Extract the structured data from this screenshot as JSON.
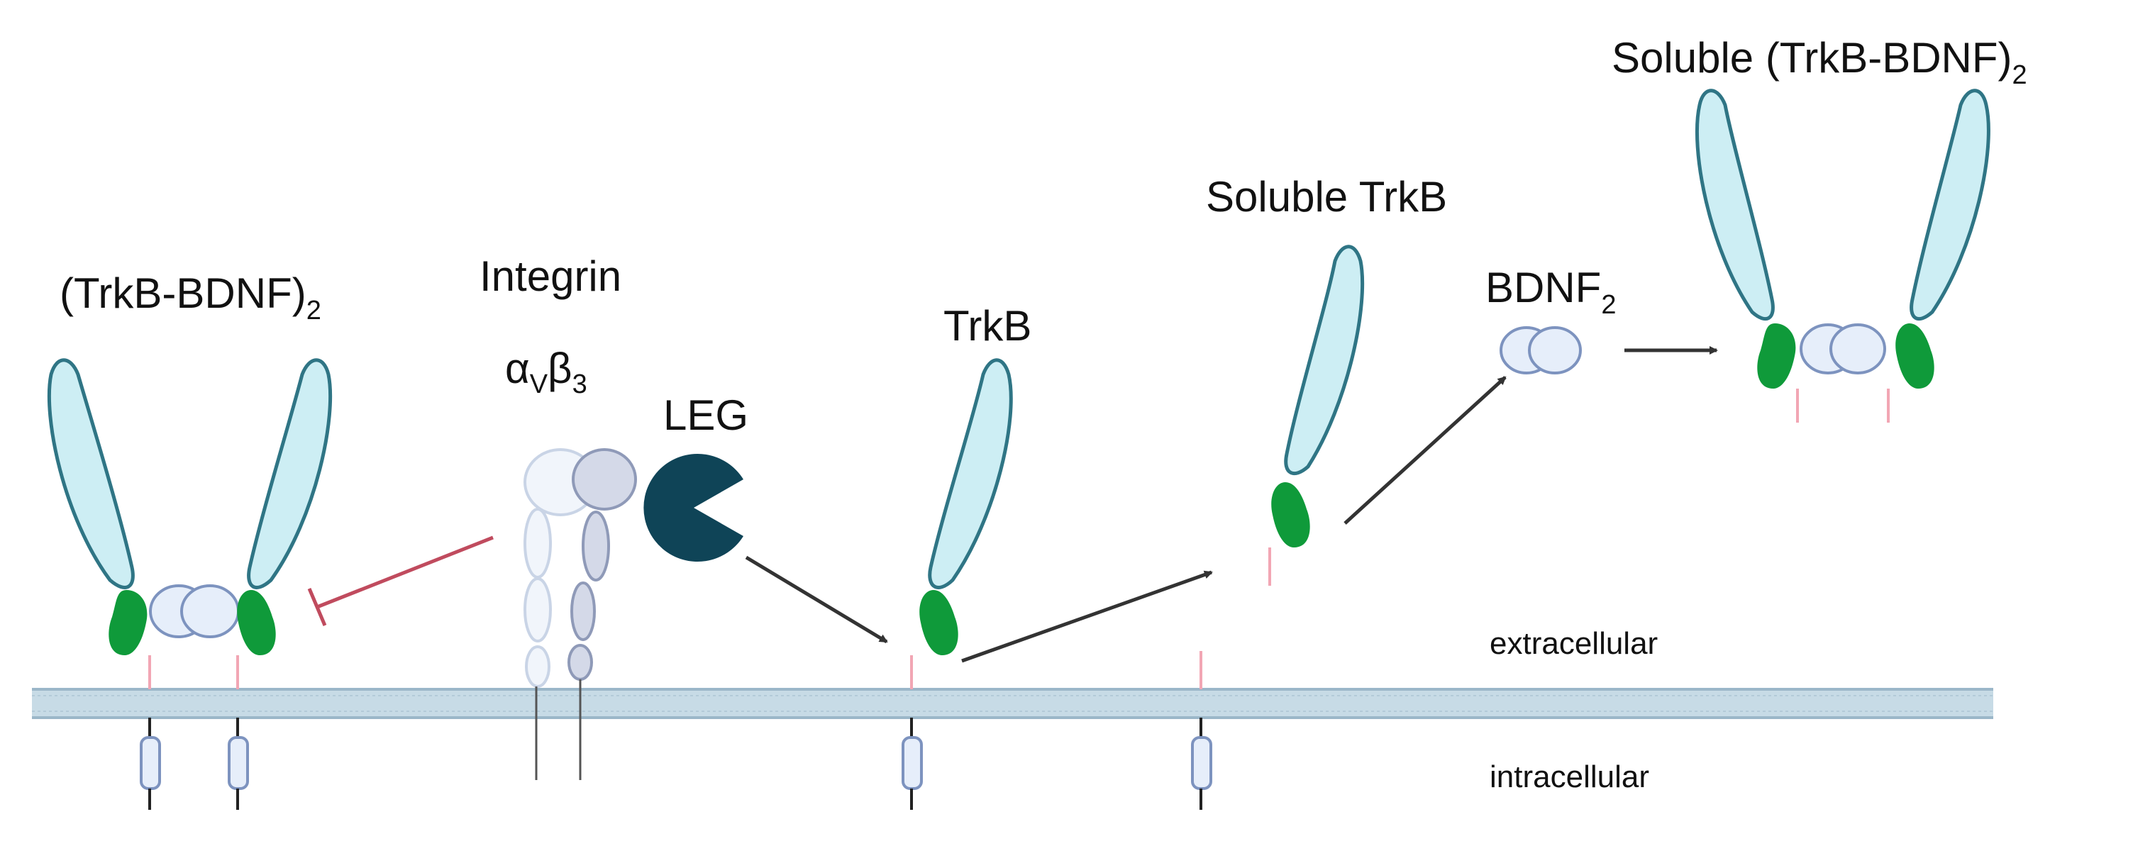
{
  "labels": {
    "dimer": "(TrkB-BDNF)",
    "dimer_sub": "2",
    "integrin": "Integrin",
    "alpha": "α",
    "alpha_sub": "V",
    "beta": "β",
    "beta_sub": "3",
    "leg": "LEG",
    "trkb": "TrkB",
    "soluble_trkb": "Soluble TrkB",
    "bdnf": "BDNF",
    "bdnf_sub": "2",
    "soluble_dimer": "Soluble (TrkB-BDNF)",
    "soluble_dimer_sub": "2",
    "extracellular": "extracellular",
    "intracellular": "intracellular"
  },
  "colors": {
    "ecd_fill": "#cdeef4",
    "ecd_stroke": "#2f7585",
    "green": "#0f9a3a",
    "bdnf_fill": "#e6eefa",
    "bdnf_stroke": "#7d93bf",
    "membrane": "#c7dbe6",
    "membrane_line": "#9bb7c9",
    "leg": "#0f4457",
    "arrow": "#333333",
    "inhibit": "#c04b5e",
    "stalk": "#f2a6b4"
  }
}
